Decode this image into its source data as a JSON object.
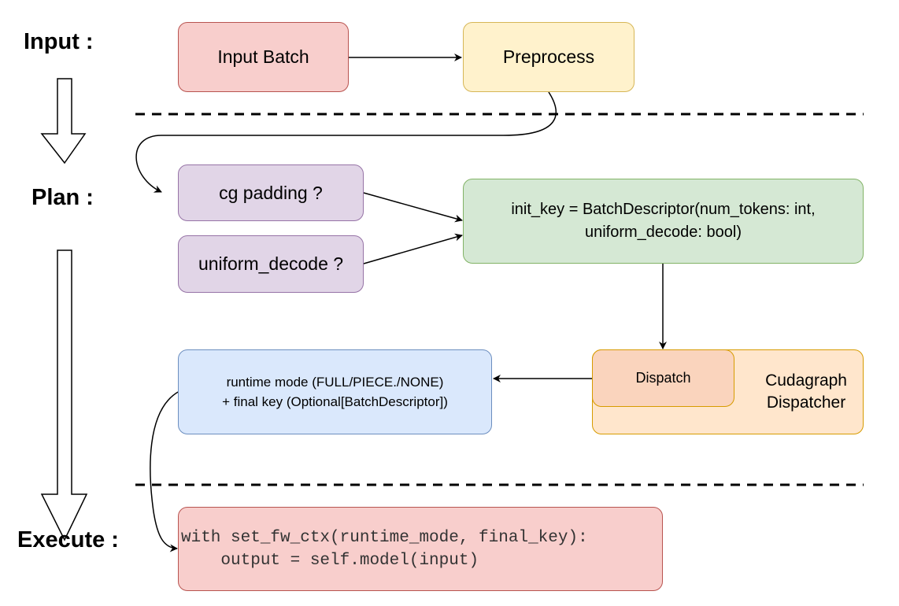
{
  "stages": {
    "input": "Input :",
    "plan": "Plan :",
    "execute": "Execute :"
  },
  "nodes": {
    "input_batch": "Input Batch",
    "preprocess": "Preprocess",
    "cg_padding": "cg padding ?",
    "uniform_decode": "uniform_decode ?",
    "init_key_line1": "init_key = BatchDescriptor(num_tokens: int,",
    "init_key_line2": "uniform_decode: bool)",
    "runtime_line1": "runtime mode (FULL/PIECE./NONE)",
    "runtime_line2": "+ final key (Optional[BatchDescriptor])",
    "dispatch": "Dispatch",
    "cudagraph_dispatcher": "Cudagraph\nDispatcher",
    "code": "with set_fw_ctx(runtime_mode, final_key):\n    output = self.model(input)"
  },
  "colors": {
    "red_fill": "#f8cecc",
    "red_stroke": "#b85450",
    "yellow_fill": "#fff2cc",
    "yellow_stroke": "#d6b656",
    "purple_fill": "#e1d5e7",
    "purple_stroke": "#9673a6",
    "green_fill": "#d5e8d4",
    "green_stroke": "#82b366",
    "blue_fill": "#dae8fc",
    "blue_stroke": "#6c8ebf",
    "orange_fill": "#ffe6cc",
    "orange_stroke": "#d79b00"
  }
}
